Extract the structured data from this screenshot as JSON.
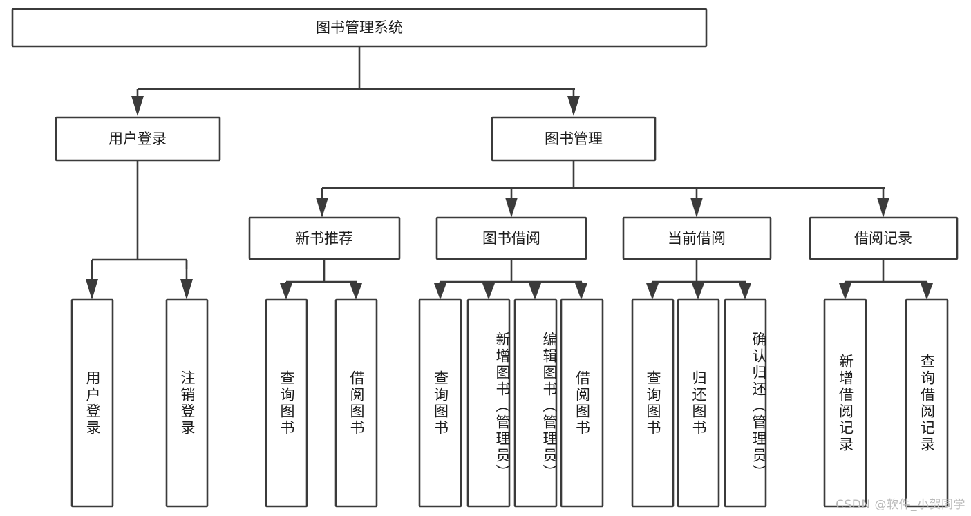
{
  "diagram": {
    "type": "tree-hierarchy",
    "title": "图书管理系统",
    "orientation": "top-down",
    "colors": {
      "box_stroke": "#3b3b3b",
      "box_fill": "#ffffff",
      "text": "#1c1c1c",
      "background": "#ffffff",
      "watermark": "#b9b9b9"
    },
    "root": {
      "label": "图书管理系统"
    },
    "level2": [
      {
        "label": "用户登录"
      },
      {
        "label": "图书管理"
      }
    ],
    "level3": [
      {
        "label": "新书推荐"
      },
      {
        "label": "图书借阅"
      },
      {
        "label": "当前借阅"
      },
      {
        "label": "借阅记录"
      }
    ],
    "leaves": {
      "user_login": [
        {
          "label": "用户登录"
        },
        {
          "label": "注销登录"
        }
      ],
      "new_book_recommend": [
        {
          "label": "查询图书"
        },
        {
          "label": "借阅图书"
        }
      ],
      "book_borrow": [
        {
          "label": "查询图书"
        },
        {
          "label": "新增图书（管理员）"
        },
        {
          "label": "编辑图书（管理员）"
        },
        {
          "label": "借阅图书"
        }
      ],
      "current_borrow": [
        {
          "label": "查询图书"
        },
        {
          "label": "归还图书"
        },
        {
          "label": "确认归还（管理员）"
        }
      ],
      "borrow_record": [
        {
          "label": "新增借阅记录"
        },
        {
          "label": "查询借阅记录"
        }
      ]
    }
  },
  "watermark": {
    "text": "CSDN @软件_小贺同学"
  }
}
